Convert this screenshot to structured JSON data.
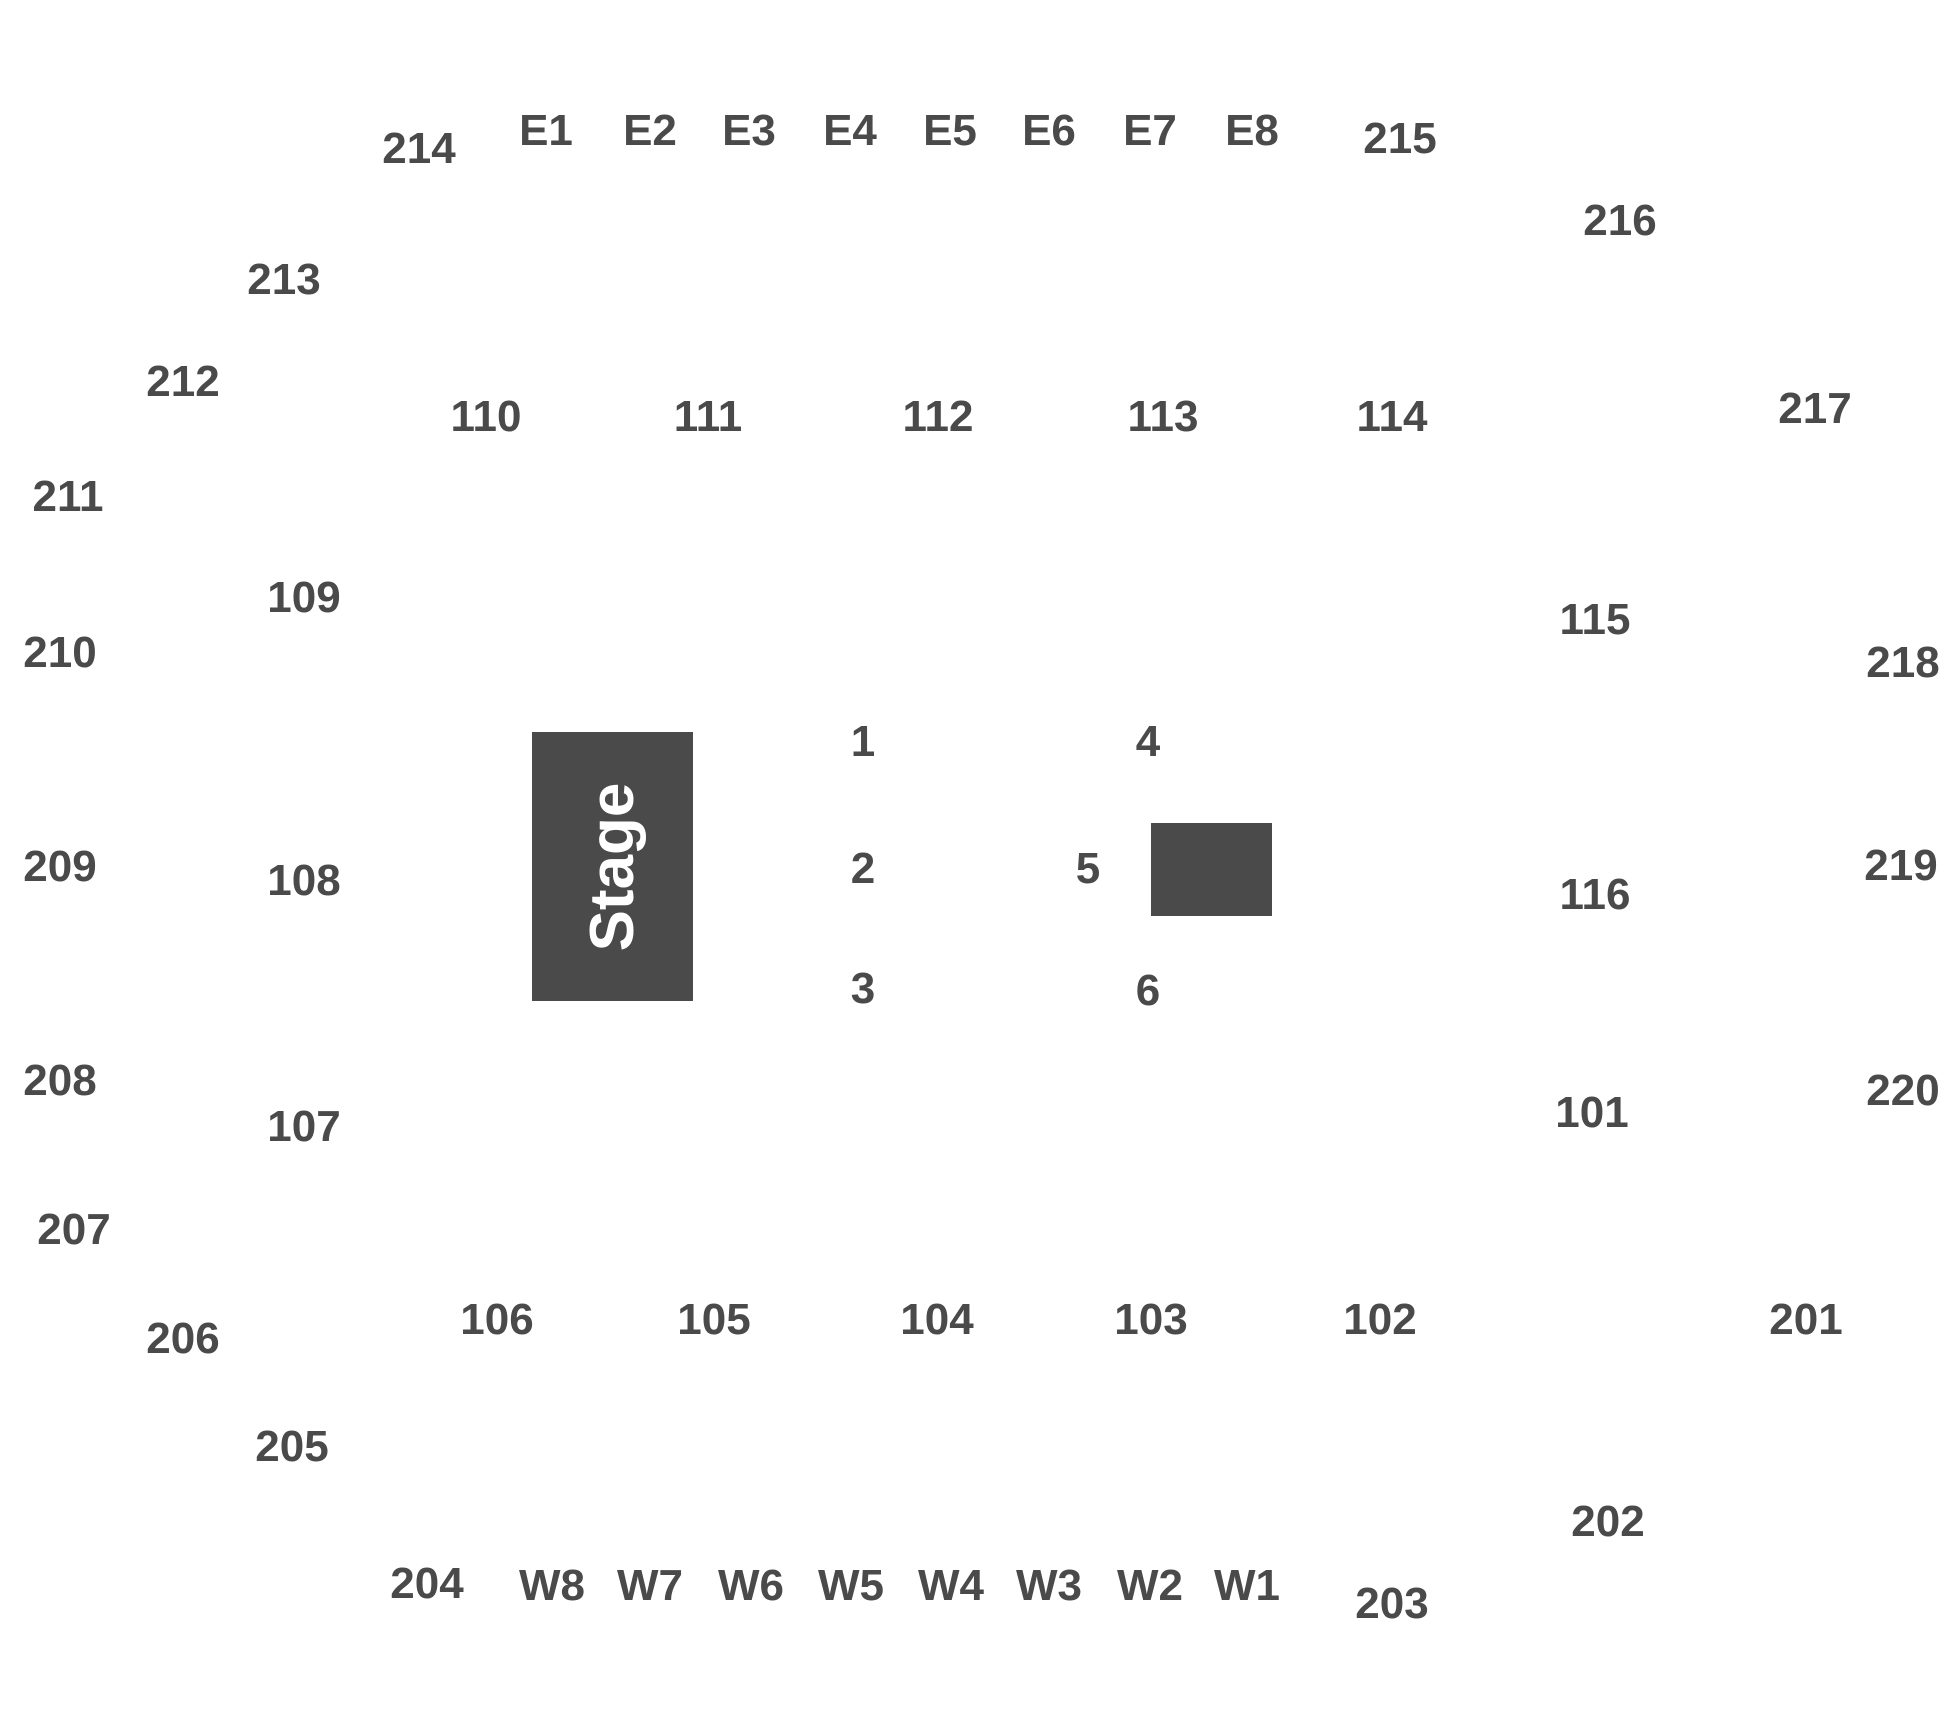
{
  "stage": {
    "label": "Stage"
  },
  "sections": {
    "s214": "214",
    "e1": "E1",
    "e2": "E2",
    "e3": "E3",
    "e4": "E4",
    "e5": "E5",
    "e6": "E6",
    "e7": "E7",
    "e8": "E8",
    "s215": "215",
    "s216": "216",
    "s213": "213",
    "s212": "212",
    "s217": "217",
    "s110": "110",
    "s111": "111",
    "s112": "112",
    "s113": "113",
    "s114": "114",
    "s211": "211",
    "s109": "109",
    "s210": "210",
    "s115": "115",
    "s218": "218",
    "f1": "1",
    "f4": "4",
    "f2": "2",
    "f5": "5",
    "f3": "3",
    "f6": "6",
    "s209": "209",
    "s108": "108",
    "s116": "116",
    "s219": "219",
    "s208": "208",
    "s107": "107",
    "s101": "101",
    "s220": "220",
    "s207": "207",
    "s206": "206",
    "s106": "106",
    "s105": "105",
    "s104": "104",
    "s103": "103",
    "s102": "102",
    "s201": "201",
    "s205": "205",
    "s202": "202",
    "s204": "204",
    "w8": "W8",
    "w7": "W7",
    "w6": "W6",
    "w5": "W5",
    "w4": "W4",
    "w3": "W3",
    "w2": "W2",
    "w1": "W1",
    "s203": "203"
  }
}
